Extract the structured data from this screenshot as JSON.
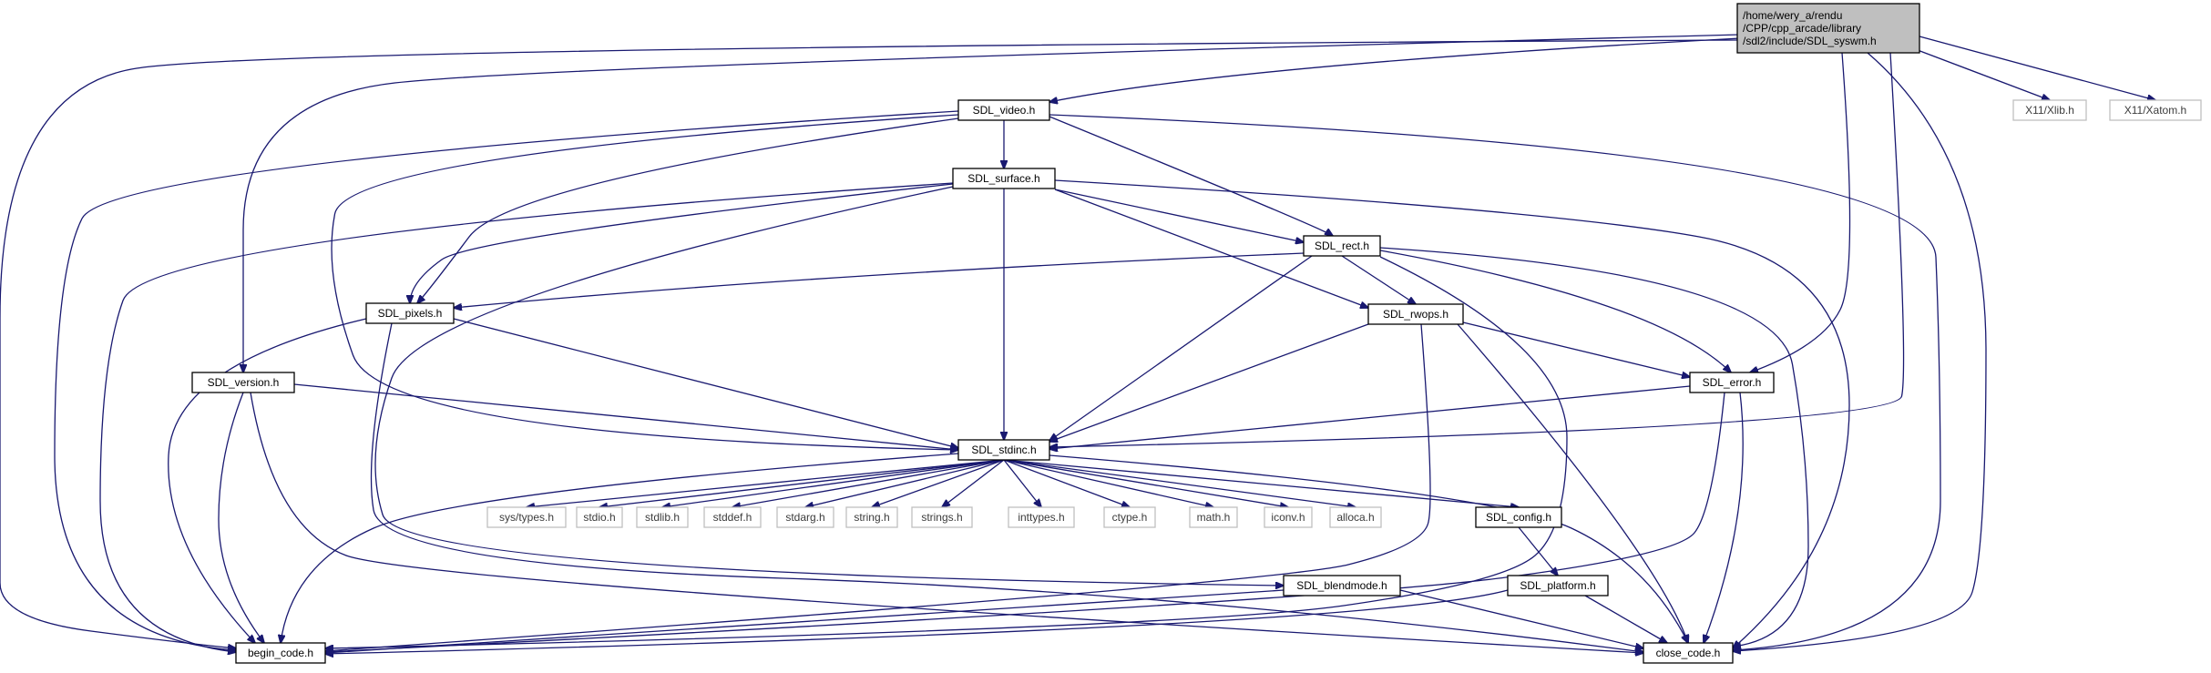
{
  "colors": {
    "edge": "#191970",
    "node_border": "#000000",
    "external_border": "#bfbfbf",
    "external_text": "#3c3c3c",
    "root_fill": "#bfbfbf",
    "node_fill": "#ffffff"
  },
  "nodes": [
    {
      "id": "root",
      "lines": [
        "/home/wery_a/rendu",
        "/CPP/cpp_arcade/library",
        "/sdl2/include/SDL_syswm.h"
      ],
      "style": "root"
    },
    {
      "id": "xlib",
      "lines": [
        "X11/Xlib.h"
      ],
      "style": "external"
    },
    {
      "id": "xatom",
      "lines": [
        "X11/Xatom.h"
      ],
      "style": "external"
    },
    {
      "id": "video",
      "lines": [
        "SDL_video.h"
      ],
      "style": "normal"
    },
    {
      "id": "surface",
      "lines": [
        "SDL_surface.h"
      ],
      "style": "normal"
    },
    {
      "id": "rect",
      "lines": [
        "SDL_rect.h"
      ],
      "style": "normal"
    },
    {
      "id": "pixels",
      "lines": [
        "SDL_pixels.h"
      ],
      "style": "normal"
    },
    {
      "id": "rwops",
      "lines": [
        "SDL_rwops.h"
      ],
      "style": "normal"
    },
    {
      "id": "version",
      "lines": [
        "SDL_version.h"
      ],
      "style": "normal"
    },
    {
      "id": "error",
      "lines": [
        "SDL_error.h"
      ],
      "style": "normal"
    },
    {
      "id": "stdinc",
      "lines": [
        "SDL_stdinc.h"
      ],
      "style": "normal"
    },
    {
      "id": "systypes",
      "lines": [
        "sys/types.h"
      ],
      "style": "external"
    },
    {
      "id": "stdio",
      "lines": [
        "stdio.h"
      ],
      "style": "external"
    },
    {
      "id": "stdlib",
      "lines": [
        "stdlib.h"
      ],
      "style": "external"
    },
    {
      "id": "stddef",
      "lines": [
        "stddef.h"
      ],
      "style": "external"
    },
    {
      "id": "stdarg",
      "lines": [
        "stdarg.h"
      ],
      "style": "external"
    },
    {
      "id": "string",
      "lines": [
        "string.h"
      ],
      "style": "external"
    },
    {
      "id": "strings",
      "lines": [
        "strings.h"
      ],
      "style": "external"
    },
    {
      "id": "inttypes",
      "lines": [
        "inttypes.h"
      ],
      "style": "external"
    },
    {
      "id": "ctype",
      "lines": [
        "ctype.h"
      ],
      "style": "external"
    },
    {
      "id": "math",
      "lines": [
        "math.h"
      ],
      "style": "external"
    },
    {
      "id": "iconv",
      "lines": [
        "iconv.h"
      ],
      "style": "external"
    },
    {
      "id": "alloca",
      "lines": [
        "alloca.h"
      ],
      "style": "external"
    },
    {
      "id": "config",
      "lines": [
        "SDL_config.h"
      ],
      "style": "normal"
    },
    {
      "id": "platform",
      "lines": [
        "SDL_platform.h"
      ],
      "style": "normal"
    },
    {
      "id": "blendmode",
      "lines": [
        "SDL_blendmode.h"
      ],
      "style": "normal"
    },
    {
      "id": "begin",
      "lines": [
        "begin_code.h"
      ],
      "style": "normal"
    },
    {
      "id": "close",
      "lines": [
        "close_code.h"
      ],
      "style": "normal"
    }
  ],
  "edges": [
    {
      "from": "root",
      "to": "begin"
    },
    {
      "from": "root",
      "to": "version"
    },
    {
      "from": "root",
      "to": "video"
    },
    {
      "from": "root",
      "to": "xlib"
    },
    {
      "from": "root",
      "to": "xatom"
    },
    {
      "from": "root",
      "to": "error"
    },
    {
      "from": "root",
      "to": "stdinc"
    },
    {
      "from": "root",
      "to": "close"
    },
    {
      "from": "video",
      "to": "surface"
    },
    {
      "from": "video",
      "to": "pixels"
    },
    {
      "from": "video",
      "to": "rect"
    },
    {
      "from": "video",
      "to": "stdinc"
    },
    {
      "from": "video",
      "to": "begin"
    },
    {
      "from": "video",
      "to": "close"
    },
    {
      "from": "surface",
      "to": "pixels"
    },
    {
      "from": "surface",
      "to": "rect"
    },
    {
      "from": "surface",
      "to": "rwops"
    },
    {
      "from": "surface",
      "to": "stdinc"
    },
    {
      "from": "surface",
      "to": "blendmode"
    },
    {
      "from": "surface",
      "to": "begin"
    },
    {
      "from": "surface",
      "to": "close"
    },
    {
      "from": "rect",
      "to": "pixels"
    },
    {
      "from": "rect",
      "to": "rwops"
    },
    {
      "from": "rect",
      "to": "error"
    },
    {
      "from": "rect",
      "to": "stdinc"
    },
    {
      "from": "rect",
      "to": "begin"
    },
    {
      "from": "rect",
      "to": "close"
    },
    {
      "from": "pixels",
      "to": "stdinc"
    },
    {
      "from": "pixels",
      "to": "begin"
    },
    {
      "from": "pixels",
      "to": "close"
    },
    {
      "from": "rwops",
      "to": "error"
    },
    {
      "from": "rwops",
      "to": "stdinc"
    },
    {
      "from": "rwops",
      "to": "begin"
    },
    {
      "from": "rwops",
      "to": "close"
    },
    {
      "from": "version",
      "to": "stdinc"
    },
    {
      "from": "version",
      "to": "begin"
    },
    {
      "from": "version",
      "to": "close"
    },
    {
      "from": "error",
      "to": "stdinc"
    },
    {
      "from": "error",
      "to": "begin"
    },
    {
      "from": "error",
      "to": "close"
    },
    {
      "from": "stdinc",
      "to": "systypes"
    },
    {
      "from": "stdinc",
      "to": "stdio"
    },
    {
      "from": "stdinc",
      "to": "stdlib"
    },
    {
      "from": "stdinc",
      "to": "stddef"
    },
    {
      "from": "stdinc",
      "to": "stdarg"
    },
    {
      "from": "stdinc",
      "to": "string"
    },
    {
      "from": "stdinc",
      "to": "strings"
    },
    {
      "from": "stdinc",
      "to": "inttypes"
    },
    {
      "from": "stdinc",
      "to": "ctype"
    },
    {
      "from": "stdinc",
      "to": "math"
    },
    {
      "from": "stdinc",
      "to": "iconv"
    },
    {
      "from": "stdinc",
      "to": "alloca"
    },
    {
      "from": "stdinc",
      "to": "config"
    },
    {
      "from": "stdinc",
      "to": "begin"
    },
    {
      "from": "stdinc",
      "to": "close"
    },
    {
      "from": "config",
      "to": "platform"
    },
    {
      "from": "platform",
      "to": "begin"
    },
    {
      "from": "platform",
      "to": "close"
    },
    {
      "from": "blendmode",
      "to": "begin"
    },
    {
      "from": "blendmode",
      "to": "close"
    }
  ]
}
